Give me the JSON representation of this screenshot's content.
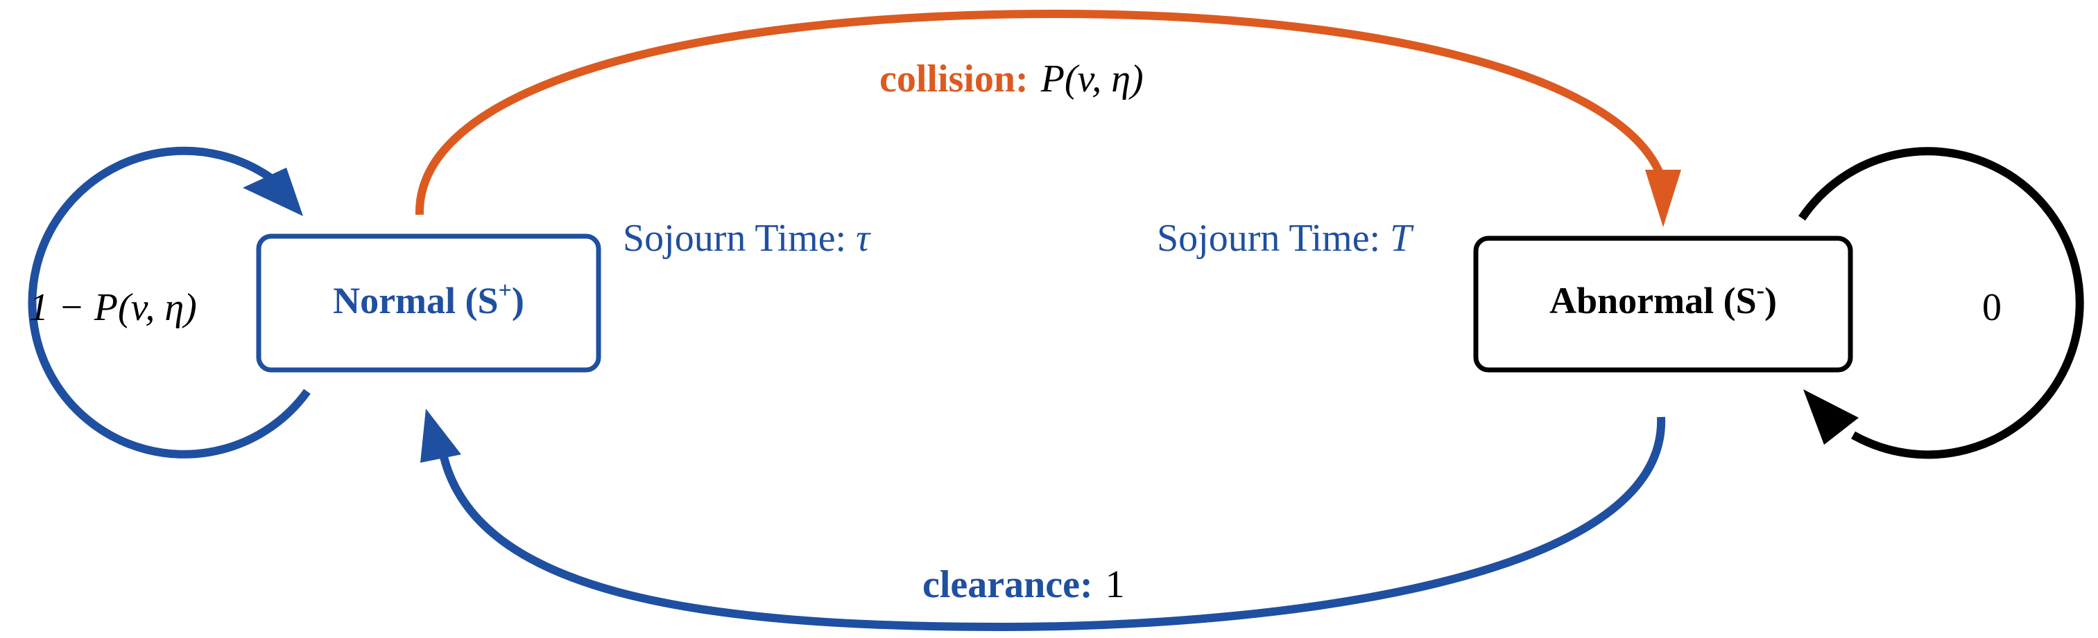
{
  "colors": {
    "blue": "#1f4fa0",
    "orange": "#dc5a20",
    "black": "#000000"
  },
  "states": {
    "normal": {
      "label": "Normal (S",
      "sup": "+",
      "close": ")"
    },
    "abnormal": {
      "label": "Abnormal (S",
      "sup": "-",
      "close": ")"
    }
  },
  "sojourn": {
    "normal": {
      "prefix": "Sojourn Time: ",
      "symbol": "τ"
    },
    "abnormal": {
      "prefix": "Sojourn Time: ",
      "symbol": "T"
    }
  },
  "transitions": {
    "collision": {
      "name": "collision:",
      "prob": "P(v, η)"
    },
    "clearance": {
      "name": "clearance:",
      "prob": "1"
    },
    "self_normal": {
      "prob": "1 − P(v, η)"
    },
    "self_abnormal": {
      "prob": "0"
    }
  },
  "icons": {
    "arrowheads": "filled-triangle-arrow-icon"
  }
}
